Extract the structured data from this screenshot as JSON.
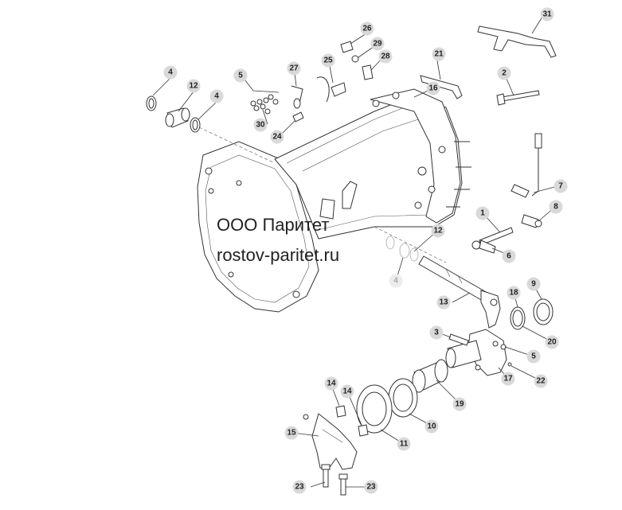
{
  "watermark": {
    "line1": "ООО Паритет",
    "line2": "rostov-paritet.ru"
  },
  "callouts": [
    {
      "id": "c4a",
      "label": "4"
    },
    {
      "id": "c12a",
      "label": "12"
    },
    {
      "id": "c4b",
      "label": "4"
    },
    {
      "id": "c5a",
      "label": "5"
    },
    {
      "id": "c27",
      "label": "27"
    },
    {
      "id": "c25",
      "label": "25"
    },
    {
      "id": "c26",
      "label": "26"
    },
    {
      "id": "c29",
      "label": "29"
    },
    {
      "id": "c28",
      "label": "28"
    },
    {
      "id": "c30",
      "label": "30"
    },
    {
      "id": "c24",
      "label": "24"
    },
    {
      "id": "c21",
      "label": "21"
    },
    {
      "id": "c16",
      "label": "16"
    },
    {
      "id": "c31",
      "label": "31"
    },
    {
      "id": "c2",
      "label": "2"
    },
    {
      "id": "c7",
      "label": "7"
    },
    {
      "id": "c8",
      "label": "8"
    },
    {
      "id": "c1",
      "label": "1"
    },
    {
      "id": "c6",
      "label": "6"
    },
    {
      "id": "c12b",
      "label": "12"
    },
    {
      "id": "c4c",
      "label": "4"
    },
    {
      "id": "c13",
      "label": "13"
    },
    {
      "id": "c18",
      "label": "18"
    },
    {
      "id": "c9",
      "label": "9"
    },
    {
      "id": "c20",
      "label": "20"
    },
    {
      "id": "c3",
      "label": "3"
    },
    {
      "id": "c5b",
      "label": "5"
    },
    {
      "id": "c22",
      "label": "22"
    },
    {
      "id": "c17",
      "label": "17"
    },
    {
      "id": "c19",
      "label": "19"
    },
    {
      "id": "c10",
      "label": "10"
    },
    {
      "id": "c11",
      "label": "11"
    },
    {
      "id": "c14a",
      "label": "14"
    },
    {
      "id": "c14b",
      "label": "14"
    },
    {
      "id": "c15",
      "label": "15"
    },
    {
      "id": "c23a",
      "label": "23"
    },
    {
      "id": "c23b",
      "label": "23"
    }
  ]
}
